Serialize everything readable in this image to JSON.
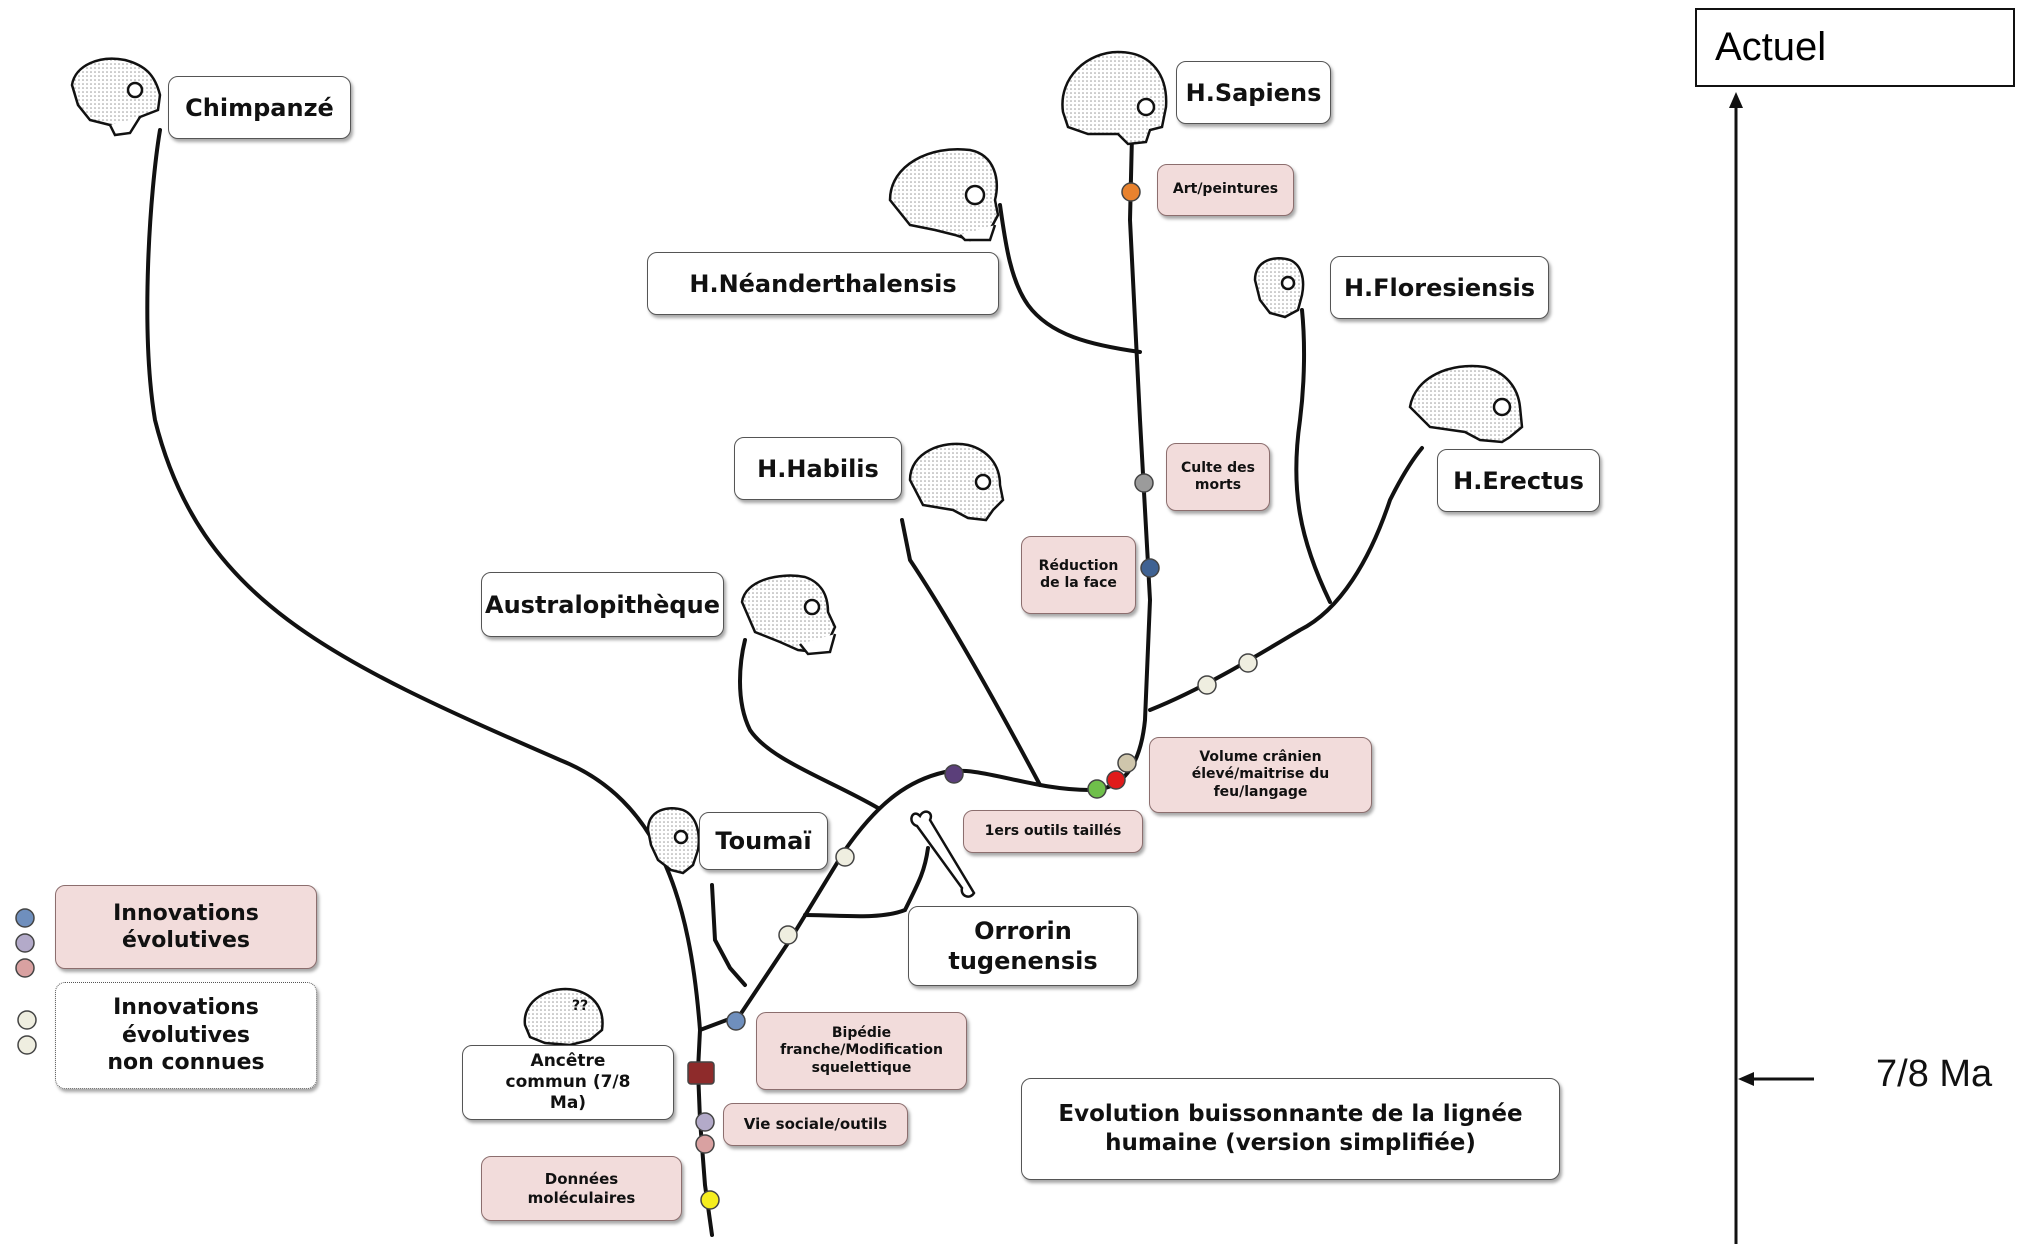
{
  "species": {
    "chimpanze": "Chimpanzé",
    "sapiens": "H.Sapiens",
    "neanderthalensis": "H.Néanderthalensis",
    "floresiensis": "H.Floresiensis",
    "habilis": "H.Habilis",
    "erectus": "H.Erectus",
    "australopitheque": "Australopithèque",
    "toumai": "Toumaï",
    "orrorin": "Orrorin tugenensis",
    "ancetre": "Ancêtre commun (7/8 Ma)"
  },
  "innovations": {
    "art": "Art/peintures",
    "culte": "Culte des morts",
    "reduction": "Réduction de la face",
    "volume": "Volume crânien élevé/maitrise du feu/langage",
    "outils": "1ers outils taillés",
    "bipedie": "Bipédie franche/Modification squelettique",
    "vie_sociale": "Vie sociale/outils",
    "donnees": "Données moléculaires"
  },
  "legend": {
    "known": "Innovations évolutives",
    "unknown": "Innovations évolutives non connues"
  },
  "title": "Evolution buissonnante de la lignée humaine (version simplifiée)",
  "timeline": {
    "top_label": "Actuel",
    "marker_label": "7/8 Ma"
  },
  "skull_icons": [
    "chimpanzee-skull-icon",
    "sapiens-skull-icon",
    "neanderthal-skull-icon",
    "floresiensis-skull-icon",
    "erectus-skull-icon",
    "habilis-skull-icon",
    "australopithecus-skull-icon",
    "toumai-skull-icon",
    "orrorin-bone-icon",
    "ancestor-skull-icon"
  ],
  "colors": {
    "blue": "#6f8fbd",
    "lavender": "#b3aac9",
    "pink": "#d9a1a1",
    "beige": "#efeee0",
    "orange": "#e8822e",
    "gray": "#9b9b9b",
    "darkblue": "#3f6293",
    "purple": "#5b3f7a",
    "red": "#e01b1b",
    "green": "#6fbf4a",
    "khaki": "#cfc6ac",
    "yellow": "#f6ee1f",
    "maroon": "#8e2b2b",
    "box_pink": "#f2dcdb"
  }
}
